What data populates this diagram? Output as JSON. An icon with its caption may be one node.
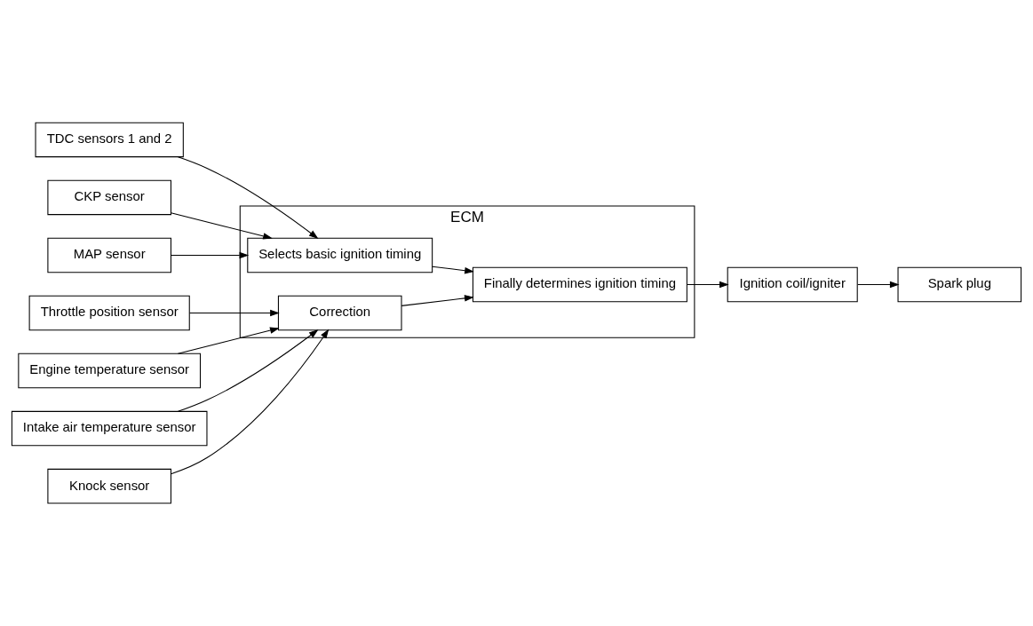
{
  "diagram": {
    "nodes": [
      {
        "text": [
          "ECM"
        ]
      },
      {
        "text": [
          "TDC sensors 1 and 2"
        ]
      },
      {
        "text": [
          "CKP sensor"
        ]
      },
      {
        "text": [
          "MAP sensor"
        ]
      },
      {
        "text": [
          "Selects basic ignition timing"
        ],
        "in": 0
      },
      {
        "text": [
          "Finally determines ignition timing"
        ],
        "in": 0
      },
      {
        "text": [
          "Correction"
        ],
        "in": 0
      },
      {
        "text": [
          "Ignition coil/igniter"
        ]
      },
      {
        "text": [
          "Spark plug"
        ]
      },
      {
        "text": [
          "Throttle position sensor"
        ]
      },
      {
        "text": [
          "Engine temperature sensor"
        ]
      },
      {
        "text": [
          "Intake air temperature sensor"
        ]
      },
      {
        "text": [
          "Knock sensor"
        ]
      }
    ],
    "edges": [
      {
        "from": 1,
        "to": 4,
        "arrow": "to"
      },
      {
        "from": 2,
        "to": 4,
        "arrow": "to"
      },
      {
        "from": 3,
        "to": 4,
        "arrow": "to"
      },
      {
        "from": 4,
        "to": 5,
        "arrow": "to"
      },
      {
        "from": 6,
        "to": 5,
        "arrow": "to"
      },
      {
        "from": 5,
        "to": 7,
        "arrow": "to"
      },
      {
        "from": 7,
        "to": 8,
        "arrow": "to"
      },
      {
        "from": 9,
        "to": 6,
        "arrow": "to"
      },
      {
        "from": 10,
        "to": 6,
        "arrow": "to"
      },
      {
        "from": 11,
        "to": 6,
        "arrow": "to"
      },
      {
        "from": 12,
        "to": 6,
        "arrow": "to"
      }
    ]
  }
}
